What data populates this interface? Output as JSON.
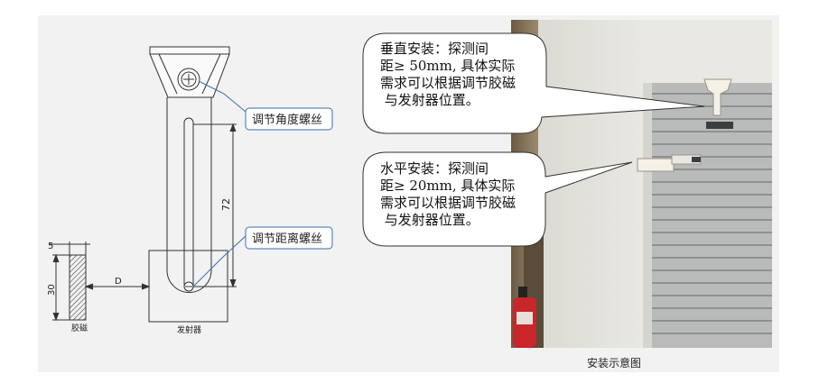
{
  "labels": {
    "angle_screw": "调节角度螺丝",
    "distance_screw": "调节距离螺丝",
    "dim_72": "72",
    "dim_5": "5",
    "dim_30": "30",
    "dim_d": "D",
    "magnet": "胶磁",
    "transmitter": "发射器"
  },
  "callouts": {
    "vertical": "垂直安装：探测间\n距≥ 50mm, 具体实际\n需求可以根据调节胶磁\n 与发射器位置。",
    "horizontal": "水平安装：探测间\n距≥ 20mm, 具体实际\n需求可以根据调节胶磁\n 与发射器位置。"
  },
  "caption": "安装示意图"
}
